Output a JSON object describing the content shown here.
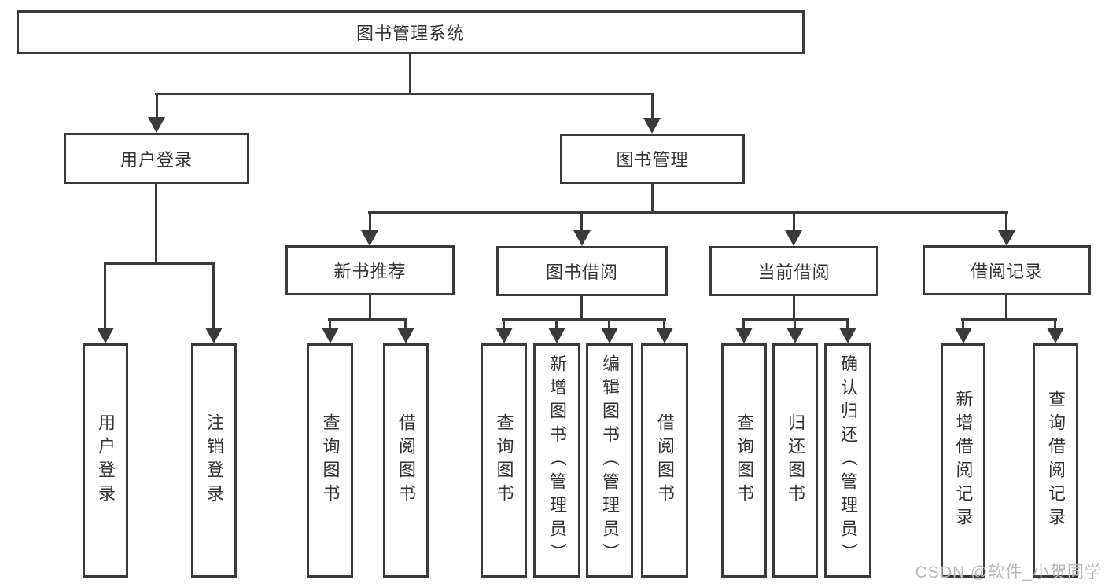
{
  "diagram_title": "图书管理系统",
  "tree": {
    "root": {
      "label": "图书管理系统"
    },
    "branches": [
      {
        "label": "用户登录",
        "children": [
          {
            "label": "用户登录"
          },
          {
            "label": "注销登录"
          }
        ]
      },
      {
        "label": "图书管理",
        "children": [
          {
            "label": "新书推荐",
            "children": [
              {
                "label": "查询图书"
              },
              {
                "label": "借阅图书"
              }
            ]
          },
          {
            "label": "图书借阅",
            "children": [
              {
                "label": "查询图书"
              },
              {
                "label": "新增图书（管理员）"
              },
              {
                "label": "编辑图书（管理员）"
              },
              {
                "label": "借阅图书"
              }
            ]
          },
          {
            "label": "当前借阅",
            "children": [
              {
                "label": "查询图书"
              },
              {
                "label": "归还图书"
              },
              {
                "label": "确认归还（管理员）"
              }
            ]
          },
          {
            "label": "借阅记录",
            "children": [
              {
                "label": "新增借阅记录"
              },
              {
                "label": "查询借阅记录"
              }
            ]
          }
        ]
      }
    ]
  },
  "watermark": {
    "text": "CSDN @软件_小贺同学"
  },
  "colors": {
    "stroke": "#3a3a3a",
    "text": "#333333",
    "background": "#ffffff",
    "watermark": "#b9b9b9"
  }
}
